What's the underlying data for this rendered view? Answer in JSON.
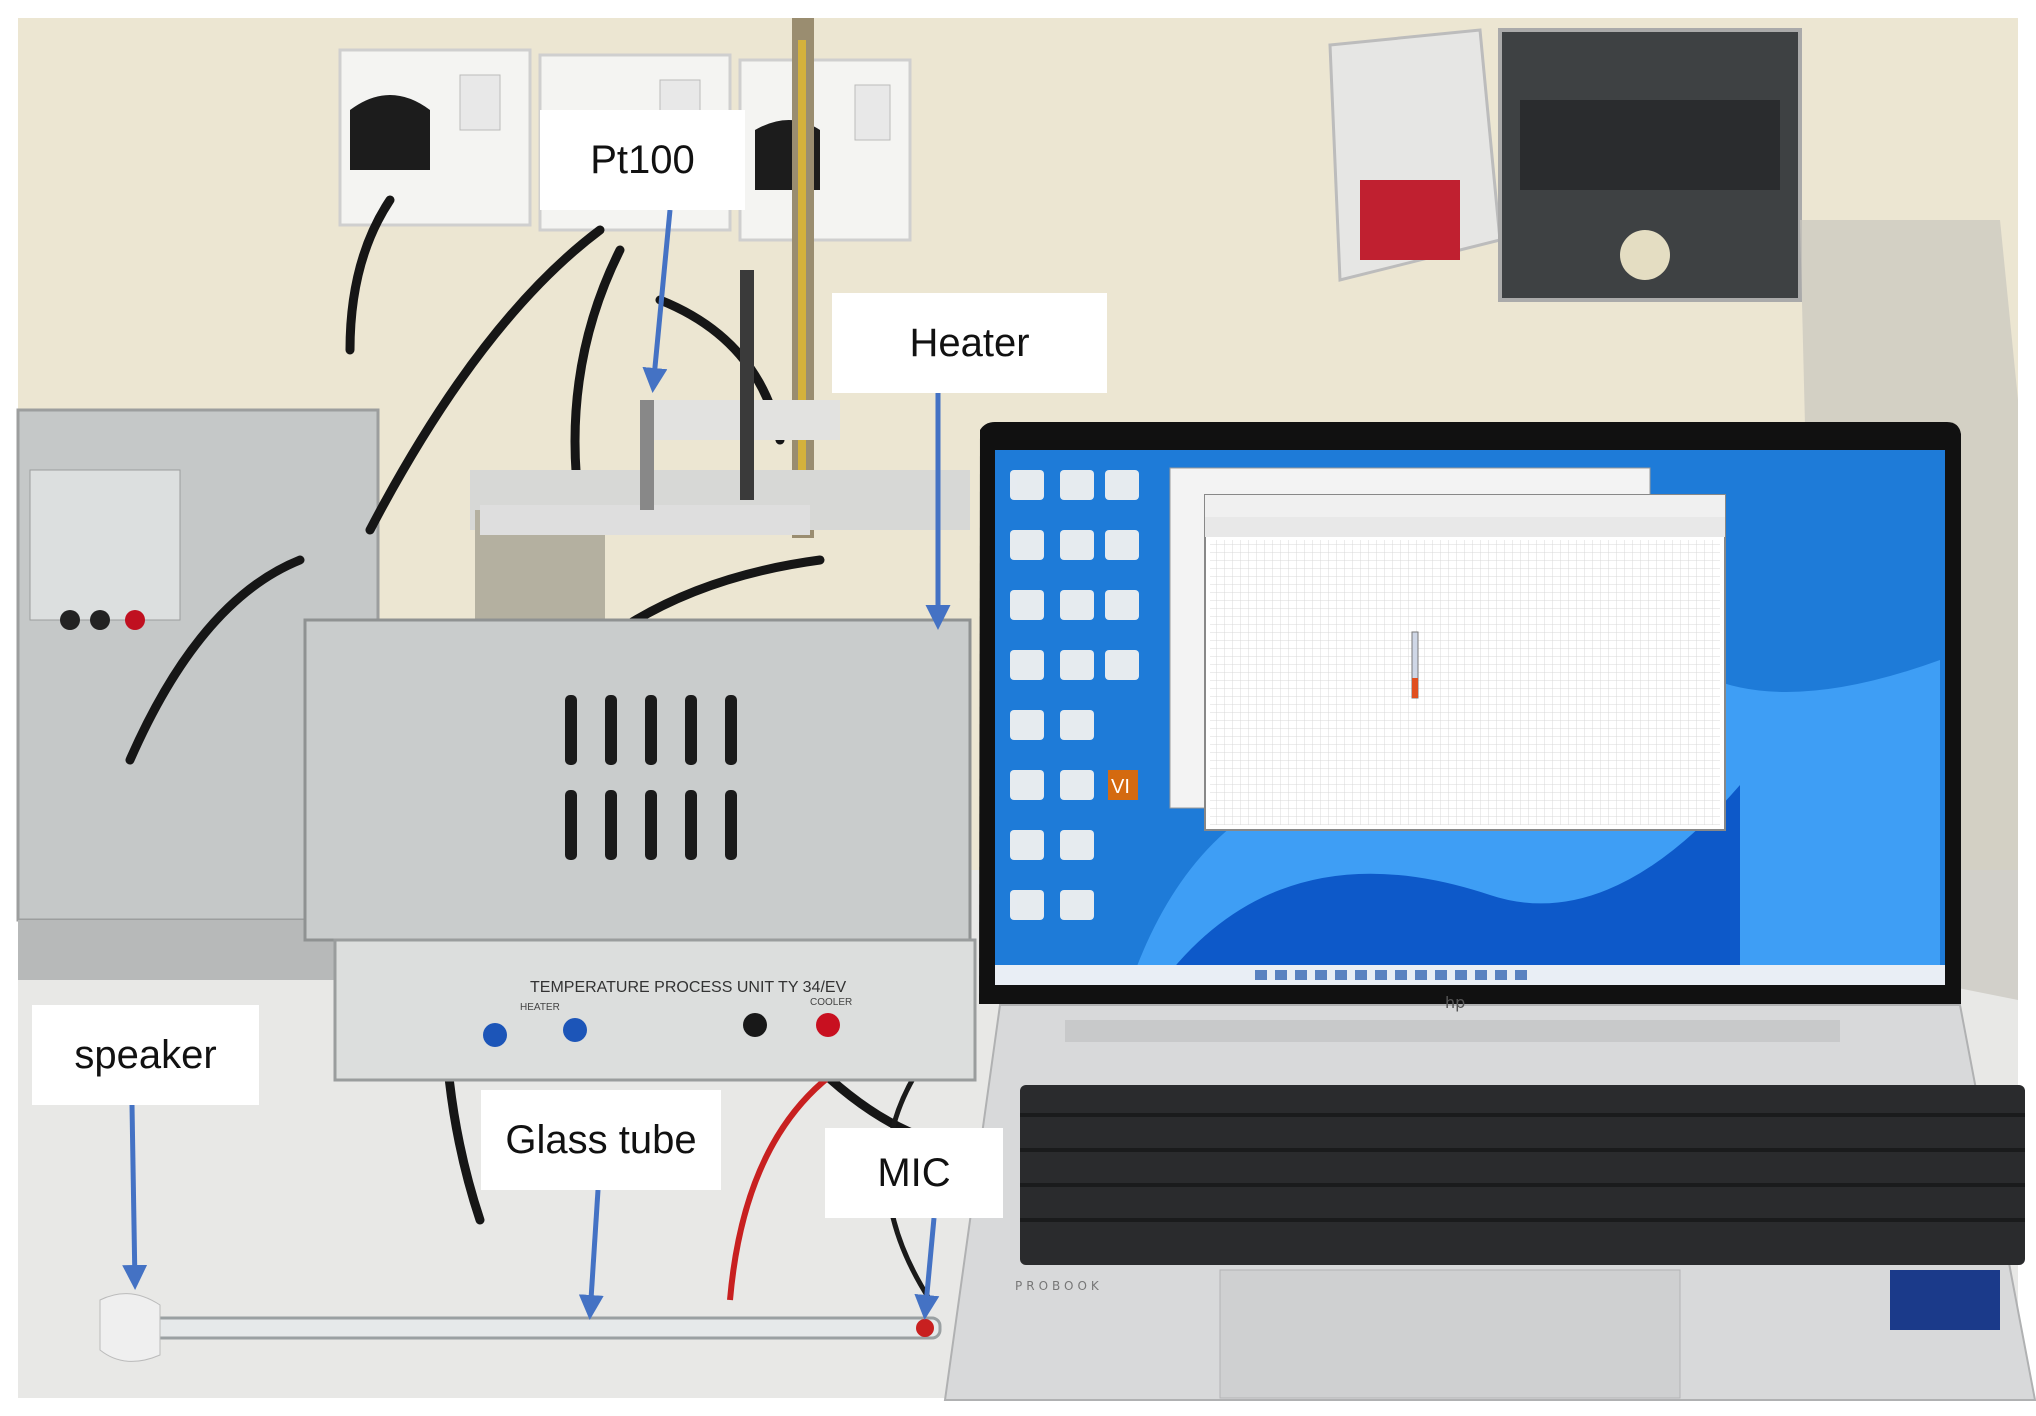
{
  "labels": {
    "pt100": "Pt100",
    "heater": "Heater",
    "speaker": "speaker",
    "glass_tube": "Glass tube",
    "mic": "MIC"
  },
  "device_text": {
    "unit_name": "TEMPERATURE PROCESS UNIT TY 34/EV",
    "heater_socket": "HEATER",
    "cooler_socket": "COOLER",
    "laptop_brand": "hp",
    "keyboard_brand": "PROBOOK",
    "lv_logo": "VI"
  },
  "colors": {
    "arrow": "#4472c4",
    "wall": "#ece6d2",
    "bench": "#ececec",
    "unit_metal": "#c9cccc",
    "laptop_body": "#d9dadb",
    "screen_wallpaper": "#1f6fd6"
  },
  "icons": [
    "plug-icon",
    "thermometer-icon",
    "arrow-down-icon"
  ]
}
